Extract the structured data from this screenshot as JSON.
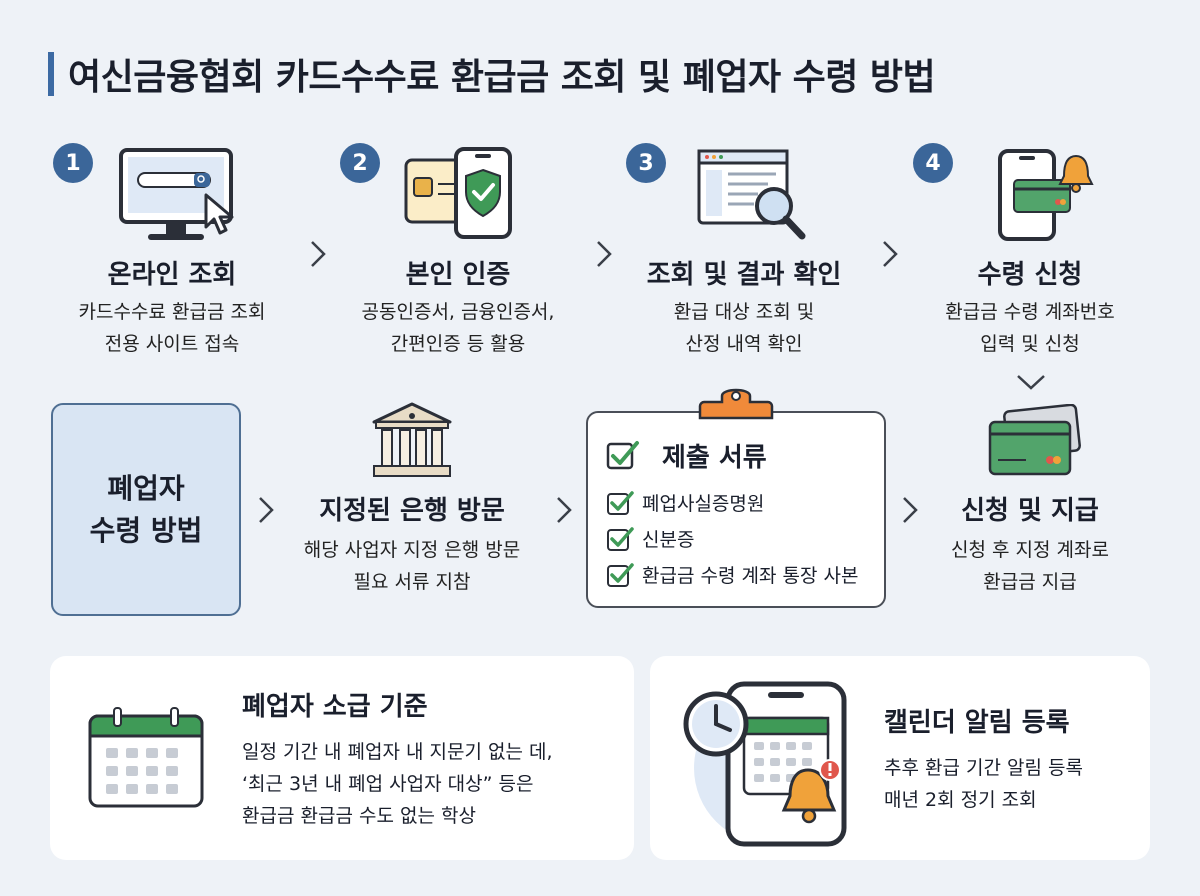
{
  "title": "여신금융협회 카드수수료 환급금 조회 및 폐업자 수령 방법",
  "steps": [
    {
      "num": "1",
      "title": "온라인 조회",
      "desc": [
        "카드수수료 환급금 조회",
        "전용 사이트 접속"
      ]
    },
    {
      "num": "2",
      "title": "본인 인증",
      "desc": [
        "공동인증서, 금융인증서,",
        "간편인증 등 활용"
      ]
    },
    {
      "num": "3",
      "title": "조회 및 결과 확인",
      "desc": [
        "환급 대상 조회 및",
        "산정 내역 확인"
      ]
    },
    {
      "num": "4",
      "title": "수령 신청",
      "desc": [
        "환급금 수령 계좌번호",
        "입력 및 신청"
      ]
    }
  ],
  "closed": {
    "lines": [
      "폐업자",
      "수령 방법"
    ]
  },
  "bank_step": {
    "title": "지정된 은행 방문",
    "desc": [
      "해당 사업자 지정 은행 방문",
      "필요 서류 지참"
    ]
  },
  "documents": {
    "title": "제출 서류",
    "items": [
      "폐업사실증명원",
      "신분증",
      "환급금 수령 계좌 통장 사본"
    ]
  },
  "payout": {
    "title": "신청 및 지급",
    "desc": [
      "신청 후 지정 계좌로",
      "환급금 지급"
    ]
  },
  "criteria": {
    "title": "폐업자 소급 기준",
    "lines": [
      "일정 기간 내 폐업자 내 지문기 없는 데,",
      "‘최근 3년 내 폐업 사업자 대상” 등은",
      "환급금 환급금 수도 없는 학상"
    ]
  },
  "calendar_alert": {
    "title": "캘린더 알림 등록",
    "lines": [
      "추후 환급 기간 알림 등록",
      "매년 2회 정기 조회"
    ]
  },
  "colors": {
    "accent": "#3b6699",
    "green": "#3f9a57",
    "orange": "#f0a23a",
    "card_green": "#52a46b"
  }
}
